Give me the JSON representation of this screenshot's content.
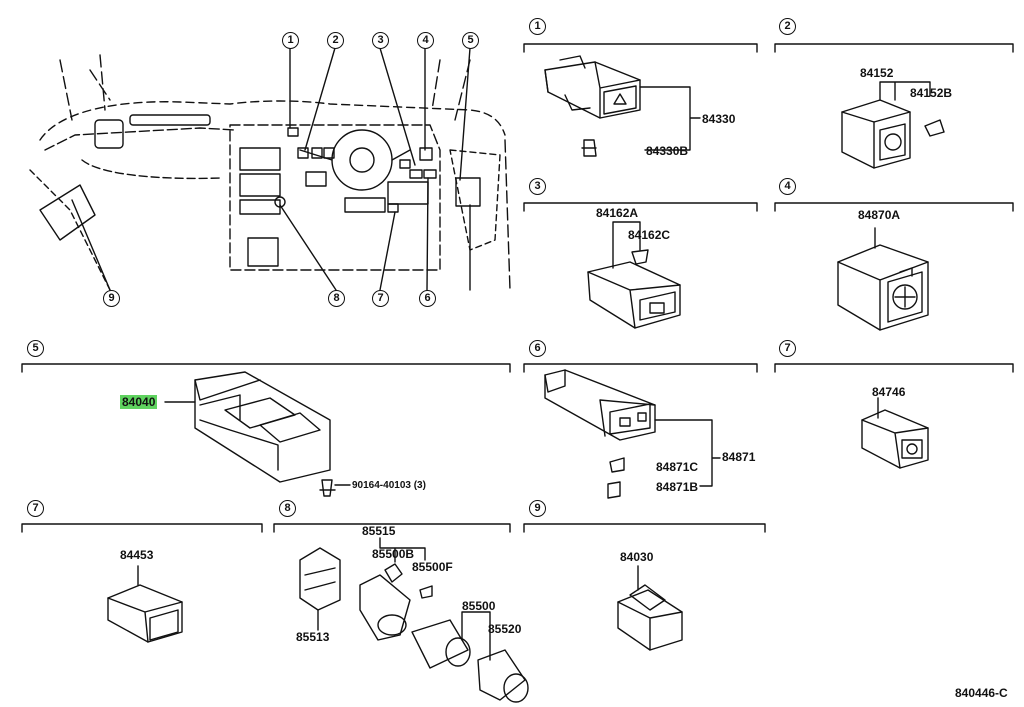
{
  "diagram_code": "840446-C",
  "overview_callouts": [
    "1",
    "2",
    "3",
    "4",
    "5",
    "6",
    "7",
    "8",
    "9"
  ],
  "sections": [
    {
      "id": "1",
      "parts": [
        "84330",
        "84330B"
      ]
    },
    {
      "id": "2",
      "parts": [
        "84152",
        "84152B"
      ]
    },
    {
      "id": "3",
      "parts": [
        "84162A",
        "84162C"
      ]
    },
    {
      "id": "4",
      "parts": [
        "84870A"
      ]
    },
    {
      "id": "5",
      "parts": [
        "84040",
        "90164-40103 (3)"
      ]
    },
    {
      "id": "6",
      "parts": [
        "84871",
        "84871C",
        "84871B"
      ]
    },
    {
      "id": "7",
      "parts": [
        "84746"
      ]
    },
    {
      "id": "7",
      "parts": [
        "84453"
      ]
    },
    {
      "id": "8",
      "parts": [
        "85515",
        "85500B",
        "85500F",
        "85513",
        "85500",
        "85520"
      ]
    },
    {
      "id": "9",
      "parts": [
        "84030"
      ]
    }
  ],
  "highlighted_part": "84040"
}
